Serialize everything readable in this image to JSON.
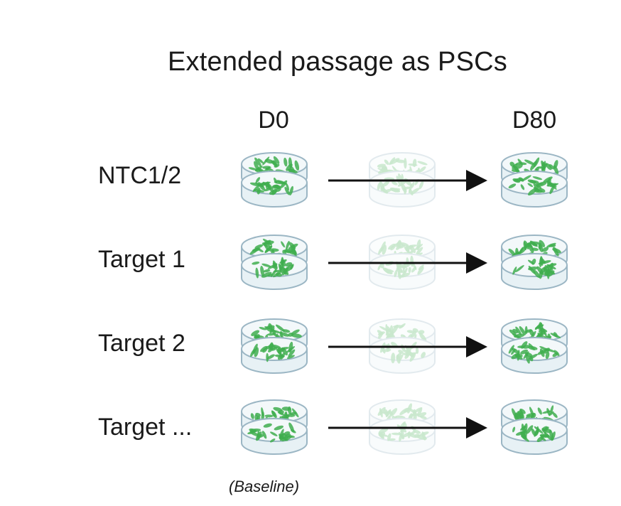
{
  "title": "Extended passage as PSCs",
  "columns": {
    "start": "D0",
    "end": "D80"
  },
  "rows": [
    {
      "label": "NTC1/2"
    },
    {
      "label": "Target 1"
    },
    {
      "label": "Target 2"
    },
    {
      "label": "Target ..."
    }
  ],
  "footnote": "(Baseline)",
  "colors": {
    "cell_green": "#3fae4f",
    "dish_edge": "#9bb6c4",
    "dish_fill": "#e7f1f5",
    "arrow": "#111111"
  }
}
